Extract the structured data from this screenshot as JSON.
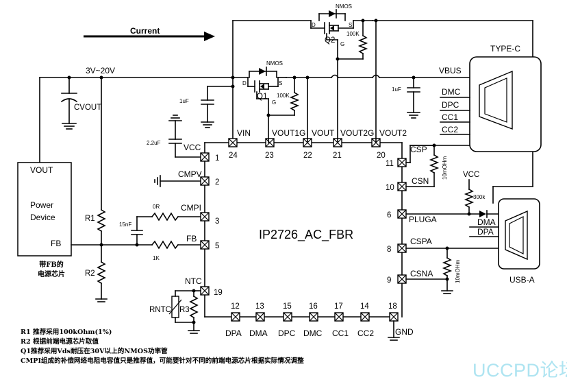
{
  "flow": {
    "label": "Current"
  },
  "rail": {
    "voltage": "3V~20V",
    "vbus": "VBUS"
  },
  "chip": {
    "name": "IP2726_AC_FBR"
  },
  "power_device": {
    "title_line1": "Power",
    "title_line2": "Device",
    "pin_vout": "VOUT",
    "pin_fb": "FB",
    "note_line1": "带FB的",
    "note_line2": "电源芯片"
  },
  "pins": {
    "vin": {
      "name": "VIN",
      "num": "24"
    },
    "vout1g": {
      "name": "VOUT1G",
      "num": "23"
    },
    "vout": {
      "name": "VOUT",
      "num": "22"
    },
    "vout2g": {
      "name": "VOUT2G",
      "num": "21"
    },
    "vout2": {
      "name": "VOUT2",
      "num": "20"
    },
    "vcc": {
      "name": "VCC",
      "num": "1"
    },
    "cmpv": {
      "name": "CMPV",
      "num": "2"
    },
    "cmpi": {
      "name": "CMPI",
      "num": "3"
    },
    "fb": {
      "name": "FB",
      "num": "5"
    },
    "ntc": {
      "name": "NTC",
      "num": "19"
    },
    "csp": {
      "name": "CSP",
      "num": "11"
    },
    "csn": {
      "name": "CSN",
      "num": "10"
    },
    "pluga": {
      "name": "PLUGA",
      "num": "6"
    },
    "cspa": {
      "name": "CSPA",
      "num": "8"
    },
    "csna": {
      "name": "CSNA",
      "num": "9"
    },
    "dpa": {
      "name": "DPA",
      "num": "12"
    },
    "dma": {
      "name": "DMA",
      "num": "13"
    },
    "dpc": {
      "name": "DPC",
      "num": "15"
    },
    "dmc": {
      "name": "DMC",
      "num": "16"
    },
    "cc1": {
      "name": "CC1",
      "num": "17"
    },
    "cc2": {
      "name": "CC2",
      "num": "14"
    },
    "gnd": {
      "name": "GND",
      "num": "18"
    }
  },
  "components": {
    "cvout": "CVOUT",
    "r1": "R1",
    "r2": "R2",
    "r3": "R3",
    "rntc": "RNTC",
    "q1": "Q1",
    "q2": "Q2",
    "nmos1": "NMOS",
    "nmos2": "NMOS",
    "q1_d": "D",
    "q1_s": "S",
    "q1_g": "G",
    "q2_d": "D",
    "q2_s": "S",
    "q2_g": "G",
    "r_q1": "100K",
    "r_q2": "100K",
    "c_vin": "1uF",
    "c_vbus": "1uF",
    "c_vcc": "2.2uF",
    "c_cmpi": "15nF",
    "r_cmpi": "0R",
    "r_fb": "1K",
    "r_csp": "10mOHm",
    "r_cspa": "10mOHm",
    "r_pluga": "300k",
    "vcc_label": "VCC"
  },
  "typec": {
    "title": "TYPE-C",
    "dmc": "DMC",
    "dpc": "DPC",
    "cc1": "CC1",
    "cc2": "CC2"
  },
  "usba": {
    "title": "USB-A",
    "dma": "DMA",
    "dpa": "DPA"
  },
  "notes": [
    "R1 推荐采用100kOhm(1%)",
    "R2 根据前端电源芯片取值",
    "Q1推荐采用Vds耐压在30V以上的NMOS功率管",
    "CMPI组成的补偿网络电阻电容值只是推荐值，可能要针对不同的前端电源芯片根据实际情况调整"
  ],
  "watermark": "UCCPD论坛"
}
